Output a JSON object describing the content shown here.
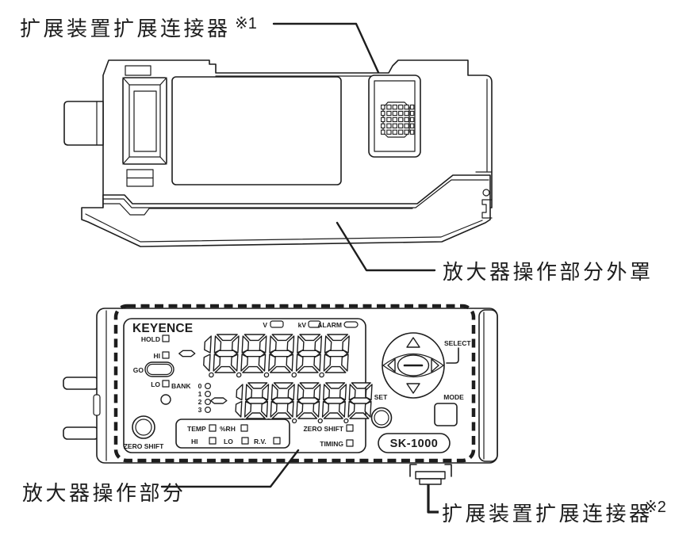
{
  "colors": {
    "line": "#1d1d1d",
    "background": "#ffffff"
  },
  "labels": {
    "connector_top": "扩展装置扩展连接器",
    "connector_top_ref": "※1",
    "cover": "放大器操作部分外罩",
    "operation": "放大器操作部分",
    "connector_bottom": "扩展装置扩展连接器",
    "connector_bottom_ref": "※2"
  },
  "panel": {
    "brand": "KEYENCE",
    "model": "SK-1000",
    "left_indicators": [
      "HOLD",
      "HI",
      "GO",
      "LO"
    ],
    "bank": {
      "label": "BANK",
      "numbers": [
        "0",
        "1",
        "2",
        "3"
      ]
    },
    "units": [
      "V",
      "kV",
      "ALARM"
    ],
    "displays": {
      "upper": "-188888",
      "lower": "-188888"
    },
    "nav": {
      "select": "SELECT",
      "set": "SET",
      "mode": "MODE"
    },
    "zero_shift_button": "ZERO SHIFT",
    "env": {
      "row1": [
        "TEMP",
        "%RH"
      ],
      "row2": [
        "HI",
        "LO",
        "R.V."
      ]
    },
    "right_indicators": [
      "ZERO SHIFT",
      "TIMING"
    ]
  }
}
